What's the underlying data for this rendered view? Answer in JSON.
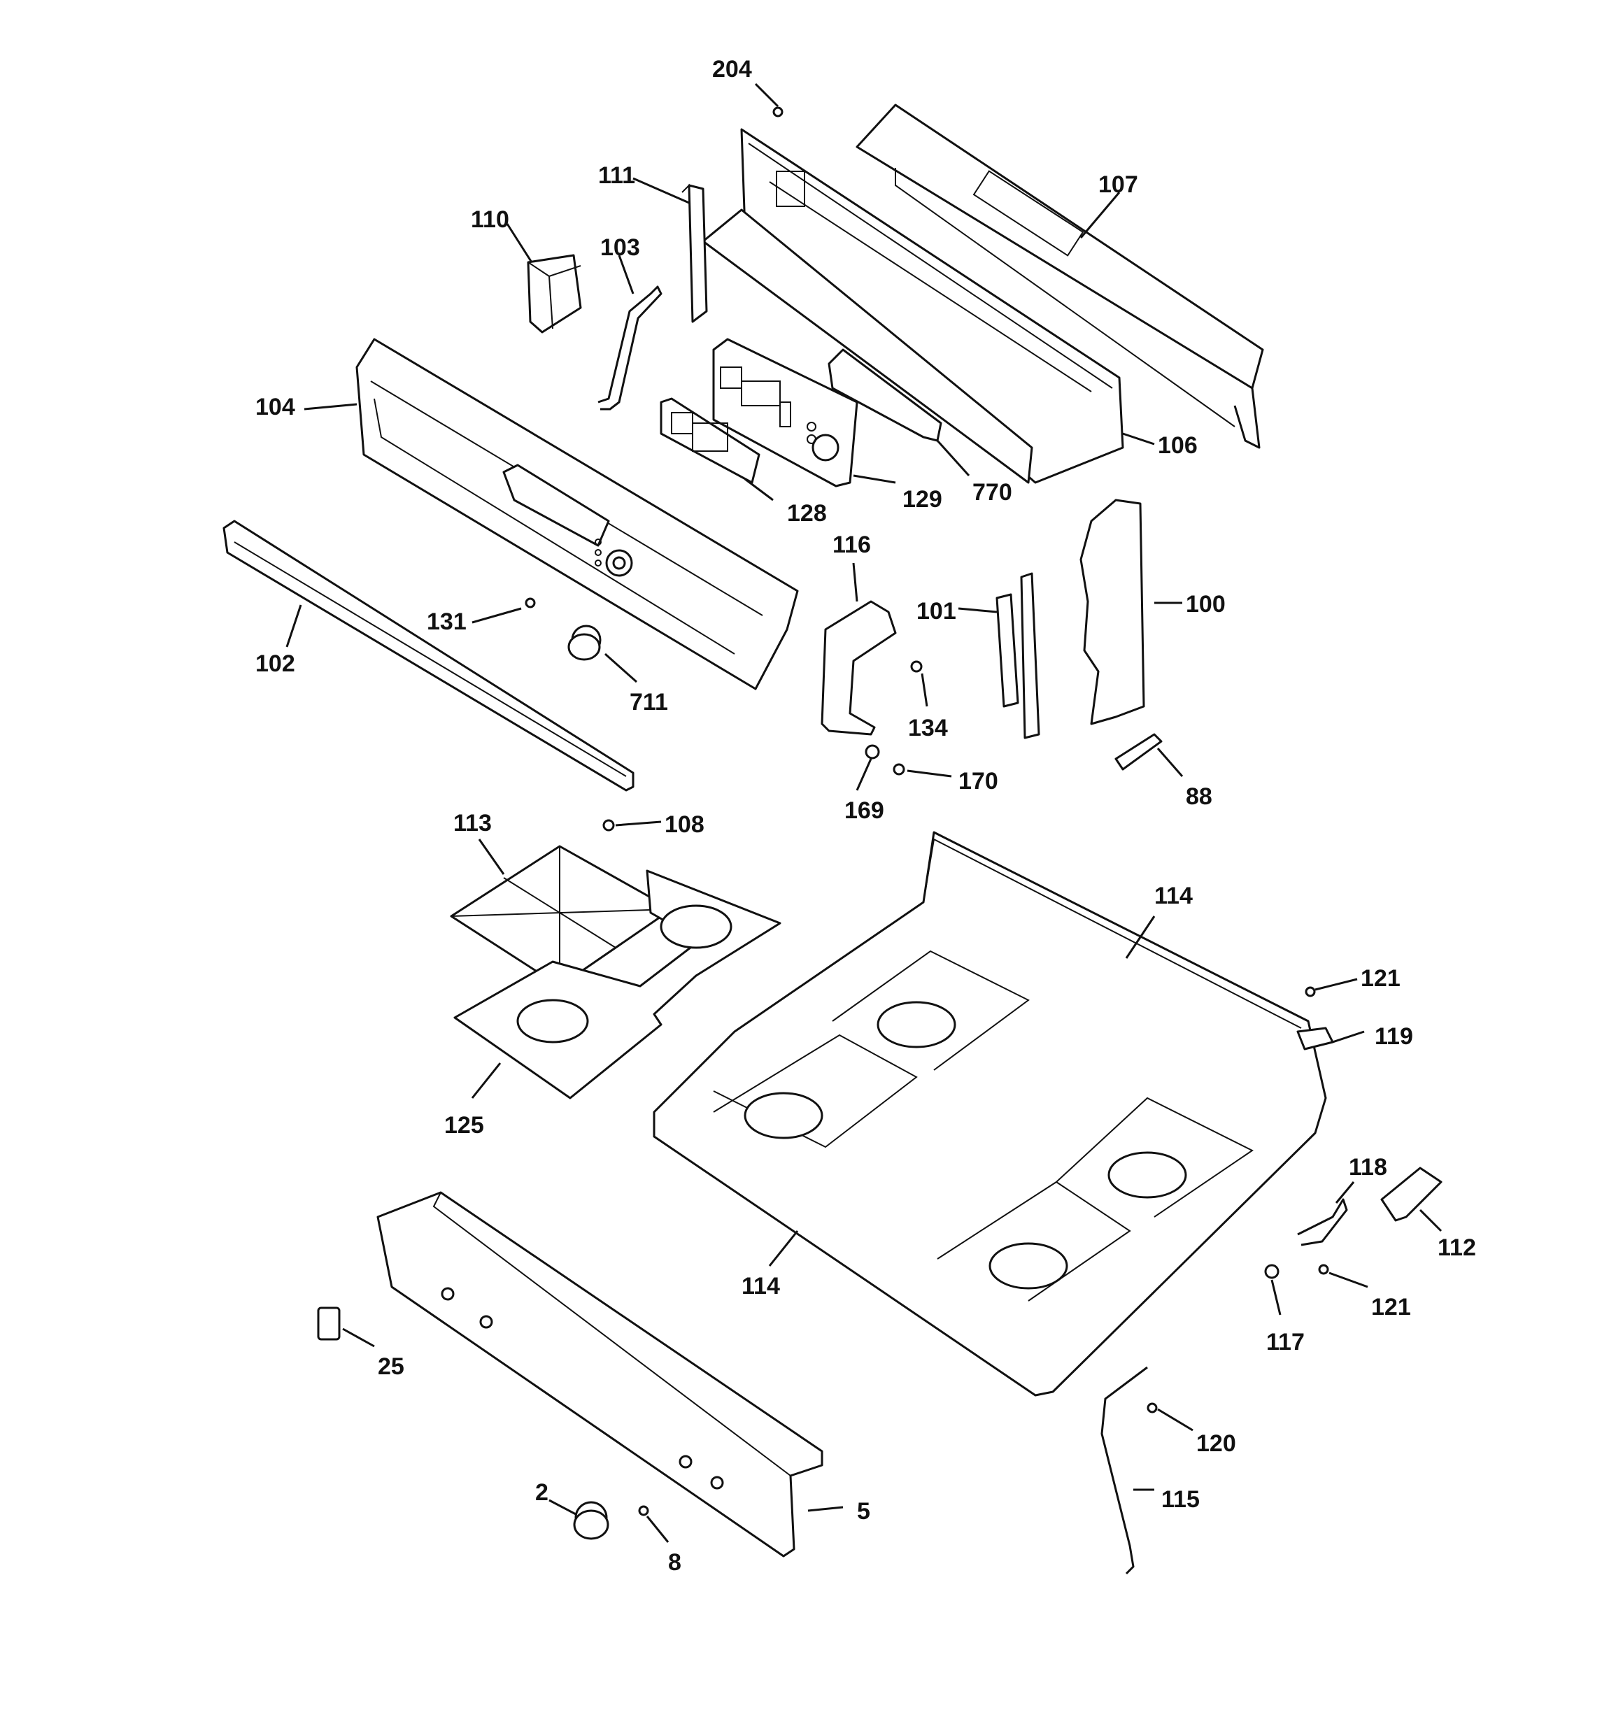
{
  "labels": {
    "l204": "204",
    "l111": "111",
    "l107": "107",
    "l110": "110",
    "l103": "103",
    "l104": "104",
    "l106": "106",
    "l770": "770",
    "l129": "129",
    "l128": "128",
    "l116": "116",
    "l101": "101",
    "l100": "100",
    "l131": "131",
    "l102": "102",
    "l711": "711",
    "l134": "134",
    "l170": "170",
    "l169": "169",
    "l88": "88",
    "l113": "113",
    "l108": "108",
    "l114a": "114",
    "l121a": "121",
    "l119": "119",
    "l125": "125",
    "l118": "118",
    "l112": "112",
    "l114b": "114",
    "l121b": "121",
    "l117": "117",
    "l25": "25",
    "l120": "120",
    "l115": "115",
    "l2": "2",
    "l5": "5",
    "l8": "8"
  }
}
